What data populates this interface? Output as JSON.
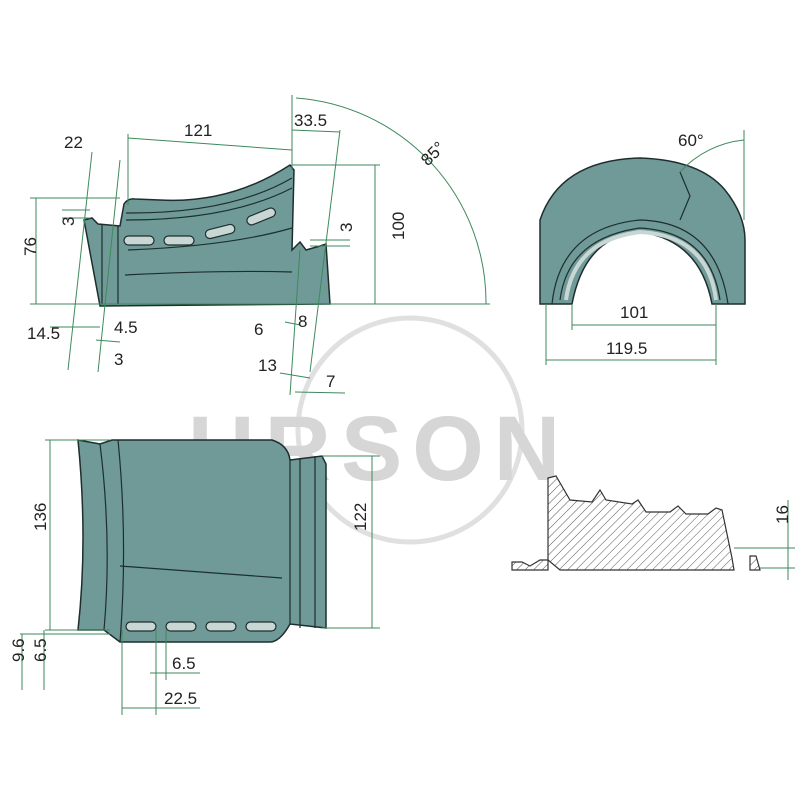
{
  "watermark": "URSON",
  "colors": {
    "part": "#6f9a98",
    "dimension": "#3d8a5c",
    "watermark": "#d6d6d6"
  },
  "side_view": {
    "dims": {
      "top_left": "22",
      "top_length": "121",
      "top_right": "33.5",
      "angle": "85°",
      "step_left": "3",
      "height_left": "76",
      "step_right": "3",
      "height_right": "100",
      "bottom_a": "14.5",
      "bottom_b": "4.5",
      "bottom_c": "3",
      "bottom_d": "6",
      "bottom_e": "8",
      "bottom_f": "13",
      "bottom_g": "7"
    }
  },
  "front_view": {
    "dims": {
      "angle": "60°",
      "inner_width": "101",
      "outer_width": "119.5"
    }
  },
  "top_view": {
    "dims": {
      "height_left": "136",
      "height_right": "122",
      "offset_a": "9.6",
      "offset_b": "6.5",
      "slot_width": "6.5",
      "slot_offset": "22.5"
    }
  },
  "section_view": {
    "dims": {
      "thickness": "16"
    }
  }
}
